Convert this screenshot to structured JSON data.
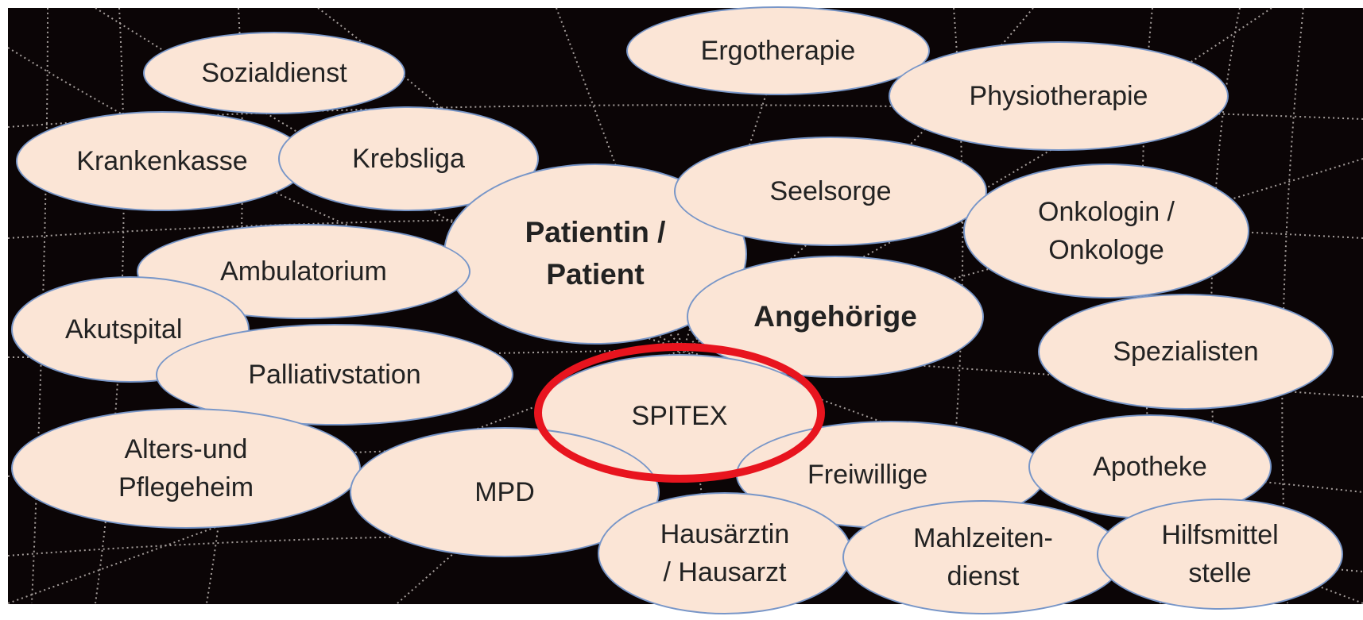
{
  "diagram": {
    "background": {
      "color": "#0b0506",
      "web_color": "#d8d0cc"
    },
    "nodes": {
      "sozialdienst": "Sozialdienst",
      "ergotherapie": "Ergotherapie",
      "physiotherapie": "Physiotherapie",
      "krankenkasse": "Krankenkasse",
      "krebsliga": "Krebsliga",
      "seelsorge": "Seelsorge",
      "patient": "Patientin /\nPatient",
      "onkologe": "Onkologin /\nOnkologe",
      "ambulatorium": "Ambulatorium",
      "angehoerige": "Angehörige",
      "akutspital": "Akutspital",
      "spezialisten": "Spezialisten",
      "palliativstation": "Palliativstation",
      "spitex": "SPITEX",
      "alters_pflegeheim": "Alters-und\nPflegeheim",
      "mpd": "MPD",
      "freiwillige": "Freiwillige",
      "apotheke": "Apotheke",
      "hausaerztin": "Hausärztin\n/ Hausarzt",
      "mahlzeitendienst": "Mahlzeiten-\ndienst",
      "hilfsmittelstelle": "Hilfsmittel\nstelle"
    },
    "colors": {
      "bubble_fill": "#fbe5d6",
      "bubble_border": "#7896c8",
      "highlight_ring": "#e8141e"
    },
    "highlighted": "SPITEX"
  }
}
